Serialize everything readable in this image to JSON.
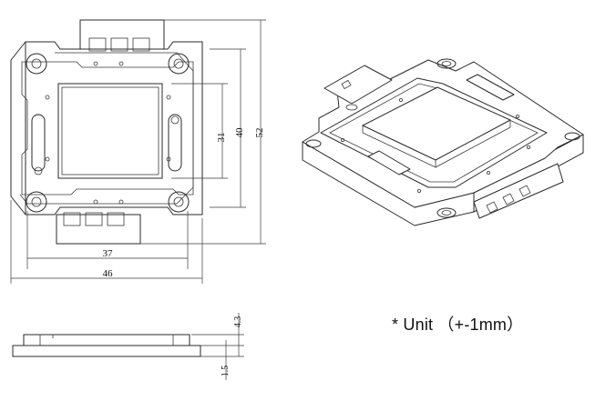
{
  "dimensions": {
    "d31": "31",
    "d40": "40",
    "d52": "52",
    "d37": "37",
    "d46": "46",
    "d4_3": "4.3",
    "d1_5": "1.5"
  },
  "note": "* Unit （+-1mm）",
  "colors": {
    "line": "#2a2a2a",
    "background": "#ffffff"
  }
}
